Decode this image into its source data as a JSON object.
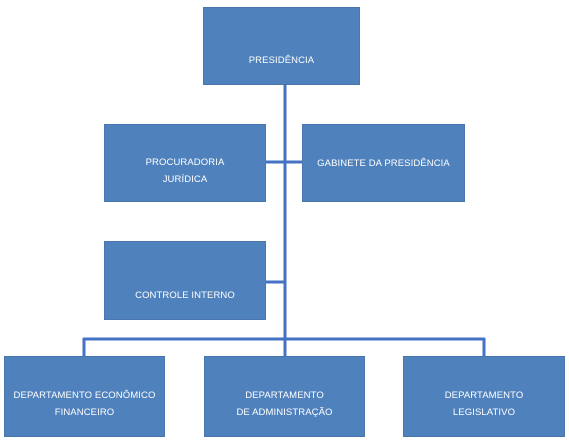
{
  "nodes": {
    "presidencia": [
      "PRESIDÊNCIA"
    ],
    "procuradoria": [
      "PROCURADORIA",
      "JURÍDICA"
    ],
    "gabinete": [
      "GABINETE DA PRESIDÊNCIA"
    ],
    "controle": [
      "CONTROLE INTERNO"
    ],
    "economico": [
      "DEPARTAMENTO ECONÔMICO",
      "FINANCEIRO"
    ],
    "administracao": [
      "DEPARTAMENTO",
      "DE ADMINISTRAÇÃO"
    ],
    "legislativo": [
      "DEPARTAMENTO",
      "LEGISLATIVO"
    ]
  },
  "colors": {
    "box_fill": "#4f81bd",
    "box_border": "#4a76ad",
    "box_text": "#ffffff",
    "connector": "#4472c4"
  }
}
